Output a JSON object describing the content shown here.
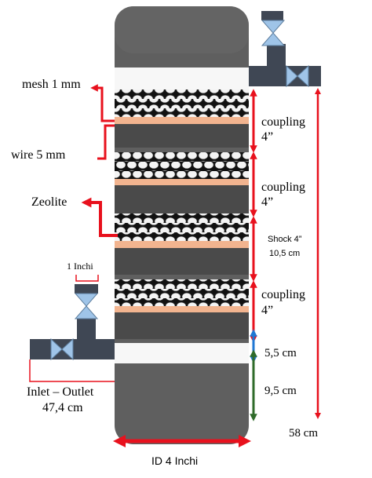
{
  "labels": {
    "mesh": "mesh 1 mm",
    "wire": "wire 5 mm",
    "zeolite": "Zeolite",
    "inch": "1 Inchi",
    "coupling1_a": "coupling",
    "coupling1_b": "4”",
    "coupling2_a": "coupling",
    "coupling2_b": "4”",
    "shock_a": "Shock 4”",
    "shock_b": "10,5 cm",
    "coupling3_a": "coupling",
    "coupling3_b": "4”",
    "dim_55": "5,5 cm",
    "dim_95": "9,5 cm",
    "dim_58": "58 cm",
    "inlet_a": "Inlet – Outlet",
    "inlet_b": "47,4 cm",
    "id": "ID 4 Inchi"
  },
  "colors": {
    "body": "#5f5f5f",
    "band_dark": "#4a4a4a",
    "band_light": "#8a8a8a",
    "pipe": "#3f4754",
    "valve": "#9fc4e8",
    "pad": "#f2b48f",
    "red": "#e8111d",
    "blue": "#1f77d4",
    "green": "#2f6b2a"
  }
}
